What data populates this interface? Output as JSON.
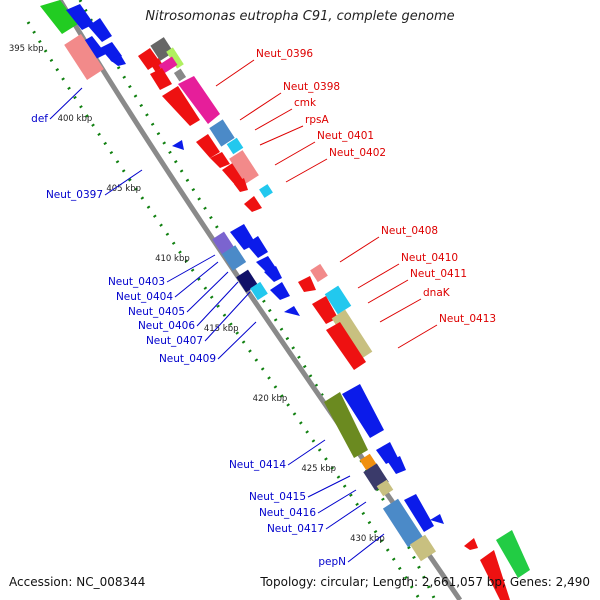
{
  "title": "Nitrosomonas eutropha C91, complete genome",
  "accession_text": "Accession: NC_008344",
  "topology_text": "Topology: circular; Length: 2,661,057 bp; Genes: 2,490",
  "colors": {
    "red": "#ee1111",
    "blue": "#0b1bea",
    "green_track": "#108010",
    "backbone": "#8a8a8a",
    "label_red": "#dd0000",
    "label_blue": "#0000cc"
  },
  "scale_ticks": [
    {
      "label": "395 kbp",
      "pos": 395
    },
    {
      "label": "400 kbp",
      "pos": 400
    },
    {
      "label": "405 kbp",
      "pos": 405
    },
    {
      "label": "410 kbp",
      "pos": 410
    },
    {
      "label": "415 kbp",
      "pos": 415
    },
    {
      "label": "420 kbp",
      "pos": 420
    },
    {
      "label": "425 kbp",
      "pos": 425
    },
    {
      "label": "430 kbp",
      "pos": 430
    }
  ],
  "gene_labels_forward": [
    {
      "name": "Neut_0396",
      "pos": 396.2
    },
    {
      "name": "Neut_0398",
      "pos": 398.2
    },
    {
      "name": "cmk",
      "pos": 400.0
    },
    {
      "name": "rpsA",
      "pos": 401.2
    },
    {
      "name": "Neut_0401",
      "pos": 402.7
    },
    {
      "name": "Neut_0402",
      "pos": 404.0
    },
    {
      "name": "Neut_0408",
      "pos": 412.9
    },
    {
      "name": "Neut_0410",
      "pos": 414.5
    },
    {
      "name": "Neut_0411",
      "pos": 415.8
    },
    {
      "name": "dnaK",
      "pos": 417.2
    },
    {
      "name": "Neut_0413",
      "pos": 419.0
    }
  ],
  "gene_labels_reverse": [
    {
      "name": "def",
      "pos": 398.5
    },
    {
      "name": "Neut_0397",
      "pos": 404.3
    },
    {
      "name": "Neut_0403",
      "pos": 410.9
    },
    {
      "name": "Neut_0404",
      "pos": 412.6
    },
    {
      "name": "Neut_0405",
      "pos": 413.3
    },
    {
      "name": "Neut_0406",
      "pos": 414.1
    },
    {
      "name": "Neut_0407",
      "pos": 415.3
    },
    {
      "name": "Neut_0409",
      "pos": 415.8
    },
    {
      "name": "Neut_0414",
      "pos": 424.0
    },
    {
      "name": "Neut_0415",
      "pos": 425.9
    },
    {
      "name": "Neut_0416",
      "pos": 426.5
    },
    {
      "name": "Neut_0417",
      "pos": 427.6
    },
    {
      "name": "pepN",
      "pos": 430.2
    }
  ]
}
